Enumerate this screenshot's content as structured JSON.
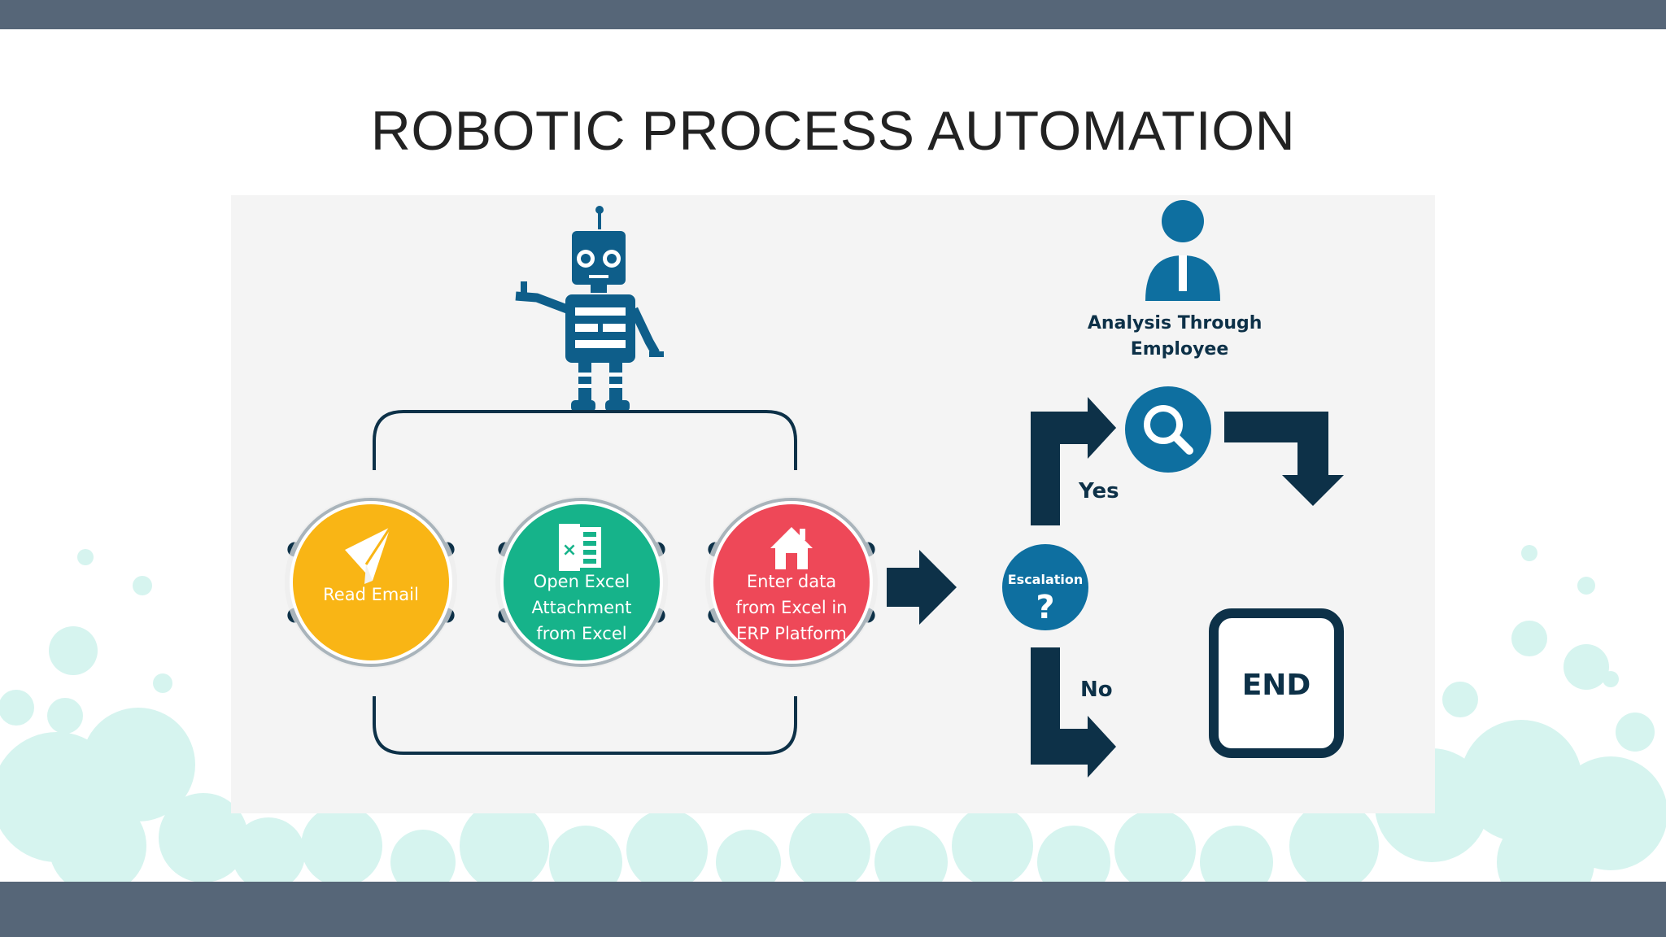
{
  "slide": {
    "title": "ROBOTIC PROCESS AUTOMATION"
  },
  "diagram": {
    "steps": [
      {
        "lines": [
          "Read Email"
        ],
        "color": "#f9b515",
        "icon": "paper-plane-icon"
      },
      {
        "lines": [
          "Open Excel",
          "Attachment",
          "from Excel"
        ],
        "color": "#16b38a",
        "icon": "excel-icon"
      },
      {
        "lines": [
          "Enter data",
          "from Excel in",
          "ERP Platform"
        ],
        "color": "#ee4858",
        "icon": "house-icon"
      }
    ],
    "escalation": {
      "label": "Escalation",
      "symbol": "?"
    },
    "employee": {
      "lines": [
        "Analysis Through",
        "Employee"
      ]
    },
    "branch_yes": "Yes",
    "branch_no": "No",
    "end_label": "END",
    "colors": {
      "navy": "#0d3148",
      "blue": "#0e6fa0",
      "panel": "#f4f4f4",
      "bubble": "#d4f3ee",
      "bar": "#566678"
    }
  }
}
